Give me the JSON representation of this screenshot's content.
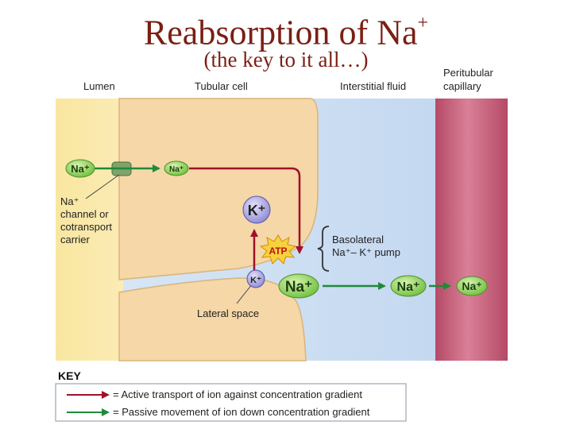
{
  "title": {
    "main": "Reabsorption of Na",
    "main_sup": "+",
    "sub": "(the key to it all…)"
  },
  "region_labels": {
    "lumen": "Lumen",
    "tubular_cell": "Tubular cell",
    "interstitial_fluid": "Interstitial fluid",
    "peritubular_line1": "Peritubular",
    "peritubular_line2": "capillary"
  },
  "ions": {
    "na_lumen": "Na⁺",
    "na_cell": "Na⁺",
    "k_upper": "K⁺",
    "atp": "ATP",
    "k_lower": "K⁺",
    "na_pump": "Na⁺",
    "na_interstitial": "Na⁺",
    "na_capillary": "Na⁺"
  },
  "annotations": {
    "channel_line1": "Na⁺",
    "channel_line2": "channel or",
    "channel_line3": "cotransport",
    "channel_line4": "carrier",
    "pump_line1": "Basolateral",
    "pump_line2": "Na⁺– K⁺ pump",
    "lateral_space": "Lateral space"
  },
  "key": {
    "heading": "KEY",
    "active": "= Active transport of ion against concentration gradient",
    "passive": "= Passive movement of ion down concentration gradient"
  },
  "colors": {
    "title": "#7a1f14",
    "active_arrow": "#a0102a",
    "passive_arrow": "#1f8a3a",
    "na_fill": "#8fcf5a",
    "k_fill": "#b9b6e8",
    "atp_fill": "#f7d23c",
    "cell_fill": "#f5d7a8",
    "interstitial": "#cfe0f4",
    "capillary": "#c8607a"
  }
}
